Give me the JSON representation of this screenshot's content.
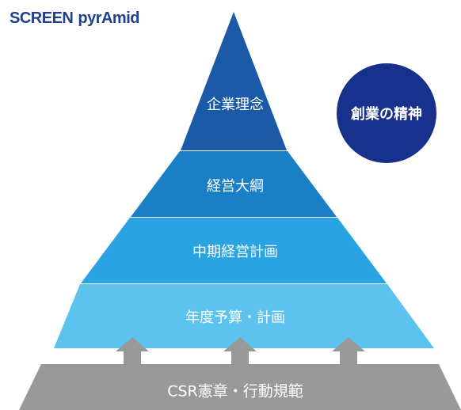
{
  "logo": {
    "brand": "SCREEN",
    "product": "pyrAmid",
    "color": "#1f3f8f"
  },
  "circle": {
    "label": "創業の精神",
    "color": "#17318d"
  },
  "pyramid": {
    "tiers": [
      {
        "label": "企業理念",
        "color": "#1a5aa6"
      },
      {
        "label": "経営大綱",
        "color": "#1b7fc6"
      },
      {
        "label": "中期経営計画",
        "color": "#2aa3e3"
      },
      {
        "label": "年度予算・計画",
        "color": "#5cc3ef"
      }
    ]
  },
  "arrows": {
    "count": 3,
    "color": "#999999"
  },
  "base": {
    "label": "CSR憲章・行動規範",
    "color": "#999999"
  }
}
